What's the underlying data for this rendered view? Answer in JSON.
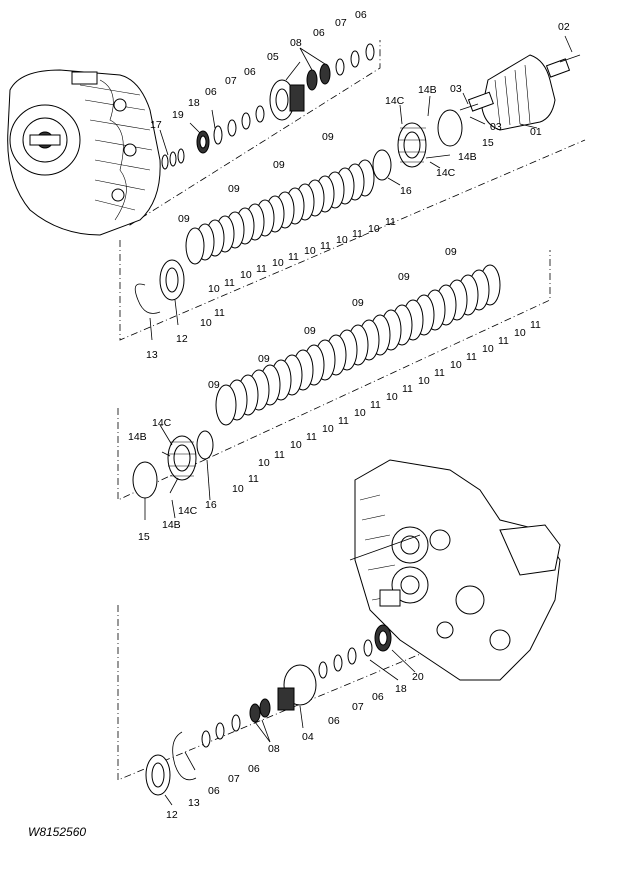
{
  "drawing_number": "W8152560",
  "labels": {
    "p01": "01",
    "p02": "02",
    "p03": "03",
    "p04": "04",
    "p05": "05",
    "p06": "06",
    "p07": "07",
    "p08": "08",
    "p09": "09",
    "p10": "10",
    "p11": "11",
    "p12": "12",
    "p13": "13",
    "p14B": "14B",
    "p14C": "14C",
    "p15": "15",
    "p16": "16",
    "p17": "17",
    "p18": "18",
    "p19": "19",
    "p20": "20"
  }
}
